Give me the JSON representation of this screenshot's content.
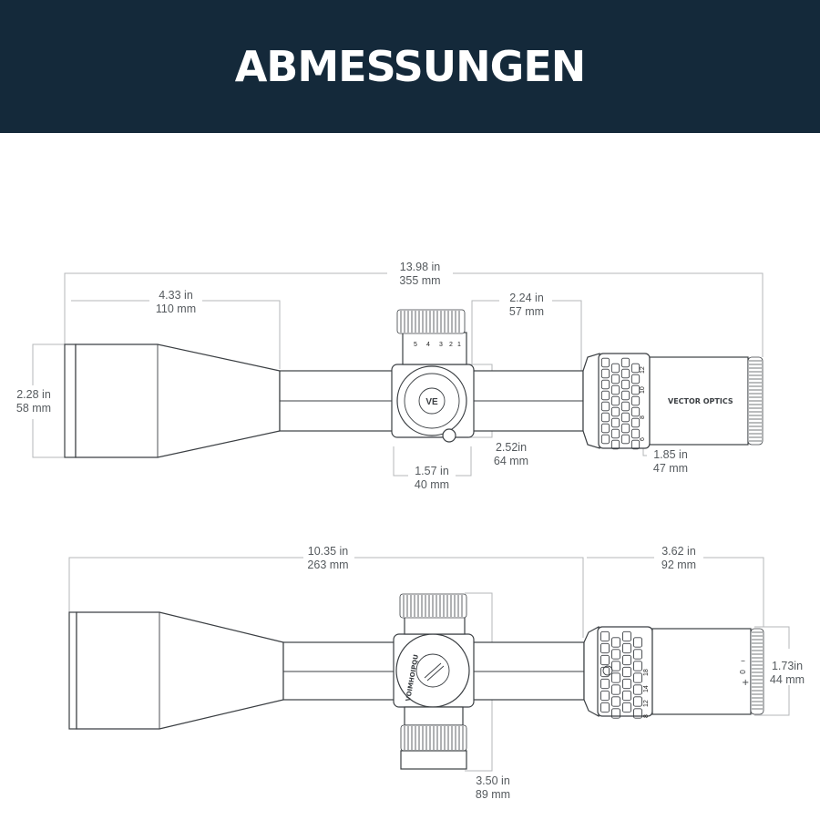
{
  "header": {
    "title": "ABMESSUNGEN"
  },
  "brand": {
    "logo_text": "VECTOR OPTICS",
    "badge_text": "VE"
  },
  "top_view": {
    "overall": {
      "in": "13.98 in",
      "mm": "355 mm"
    },
    "objective_section": {
      "in": "4.33 in",
      "mm": "110 mm"
    },
    "eyepiece_section": {
      "in": "2.24 in",
      "mm": "57 mm"
    },
    "objective_diameter": {
      "in": "2.28 in",
      "mm": "58 mm"
    },
    "turret_height": {
      "in": "2.52in",
      "mm": "64 mm"
    },
    "turret_width": {
      "in": "1.57 in",
      "mm": "40 mm"
    },
    "ocular_diameter": {
      "in": "1.85 in",
      "mm": "47 mm"
    },
    "elevation_numbers": [
      "5",
      "4",
      "3",
      "2",
      "1"
    ],
    "zoom_numbers": [
      "12",
      "10",
      "8",
      "6"
    ]
  },
  "bottom_view": {
    "front_length": {
      "in": "10.35 in",
      "mm": "263 mm"
    },
    "eyepiece_length": {
      "in": "3.62 in",
      "mm": "92 mm"
    },
    "eyebell_diameter": {
      "in": "1.73in",
      "mm": "44 mm"
    },
    "turret_span": {
      "in": "3.50 in",
      "mm": "89 mm"
    },
    "plate_text": "VOIMHOIPQU",
    "zoom_numbers": [
      "18",
      "14",
      "12",
      "8"
    ],
    "diopter_marks": [
      "+",
      "0",
      "–"
    ]
  },
  "colors": {
    "header_bg": "#14293a",
    "header_text": "#ffffff",
    "line": "#3b3f43",
    "dim_text": "#555a5e"
  }
}
